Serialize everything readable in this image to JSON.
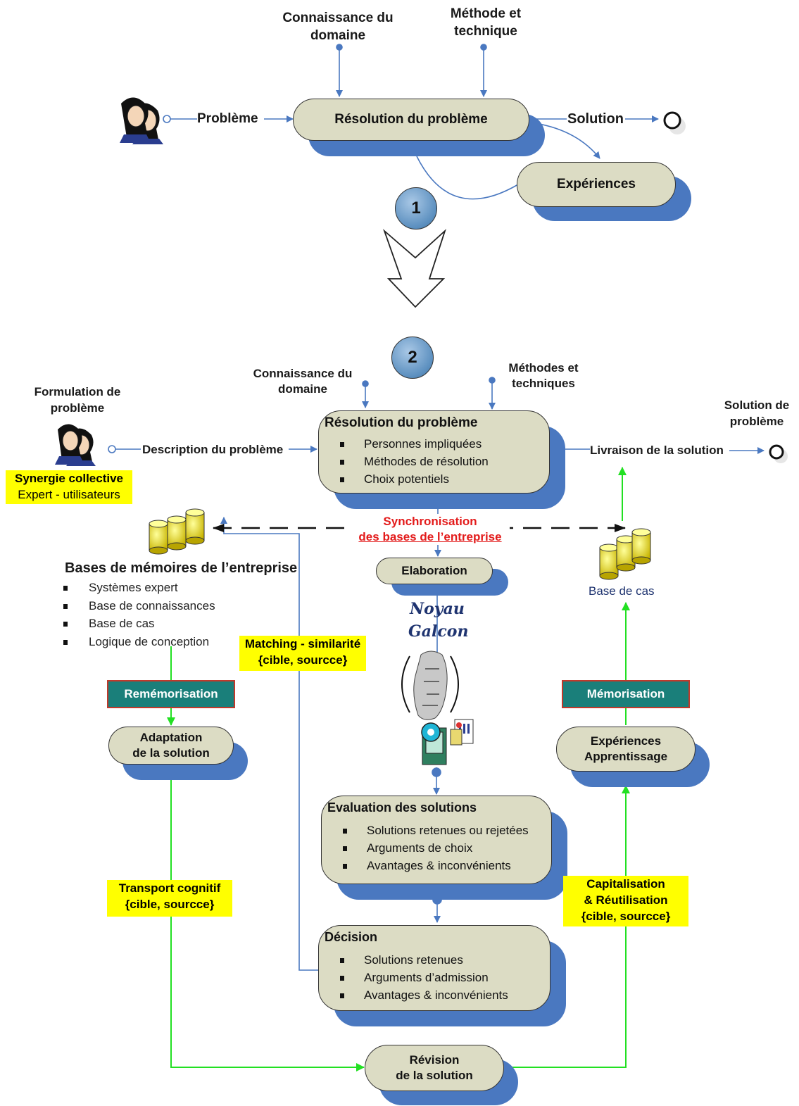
{
  "part1": {
    "step_number": "1",
    "input_top_left": "Connaissance du domaine",
    "input_top_right": "Méthode et technique",
    "input_label": "Problème",
    "process": "Résolution du problème",
    "output_label": "Solution",
    "experience": "Expériences"
  },
  "part2": {
    "step_number": "2",
    "input_top_left": "Connaissance du domaine",
    "input_top_right": "Méthodes et techniques",
    "actor_title": "Formulation de problème",
    "actor_caption": [
      "Synergie collective",
      "Expert - utilisateurs"
    ],
    "input_label": "Description du problème",
    "resolution": {
      "title": "Résolution du problème",
      "items": [
        "Personnes impliquées",
        "Méthodes de résolution",
        "Choix potentiels"
      ]
    },
    "output_label": "Livraison de la solution",
    "output_title": "Solution de problème",
    "sync_label": [
      "Synchronisation",
      "des bases de l’entreprise"
    ],
    "memory": {
      "title": "Bases de mémoires de l’entreprise",
      "items": [
        "Systèmes expert",
        "Base de connaissances",
        "Base de cas",
        "Logique de conception"
      ]
    },
    "case_base": "Base de cas",
    "elaboration": "Elaboration",
    "core_logo": [
      "Noyau",
      "Galcon"
    ],
    "matching": [
      "Matching - similarité",
      "{cible, sourcce}"
    ],
    "rememorisation": "Remémorisation",
    "memorisation": "Mémorisation",
    "adaptation": [
      "Adaptation",
      "de la solution"
    ],
    "experiences": [
      "Expériences",
      "Apprentissage"
    ],
    "evaluation": {
      "title": "Evaluation des solutions",
      "items": [
        "Solutions retenues ou rejetées",
        "Arguments de choix",
        "Avantages & inconvénients"
      ]
    },
    "transport": [
      "Transport cognitif",
      "{cible, sourcce}"
    ],
    "capitalisation": [
      "Capitalisation",
      "& Réutilisation",
      "{cible, sourcce}"
    ],
    "decision": {
      "title": "Décision",
      "items": [
        "Solutions retenues",
        "Arguments d’admission",
        "Avantages & inconvénients"
      ]
    },
    "revision": [
      "Révision",
      "de la solution"
    ]
  },
  "colors": {
    "box_fill": "#dcdcc4",
    "box_shadow": "#4a78c0",
    "line_blue": "#4a78c0",
    "line_green": "#22e022",
    "highlight": "#ffff00",
    "teal": "#1a7f7a",
    "red": "#e31b1b"
  },
  "icons": [
    "people-icon",
    "end-node-icon",
    "database-icon",
    "head-icon",
    "computer-icon",
    "down-arrow-icon"
  ]
}
